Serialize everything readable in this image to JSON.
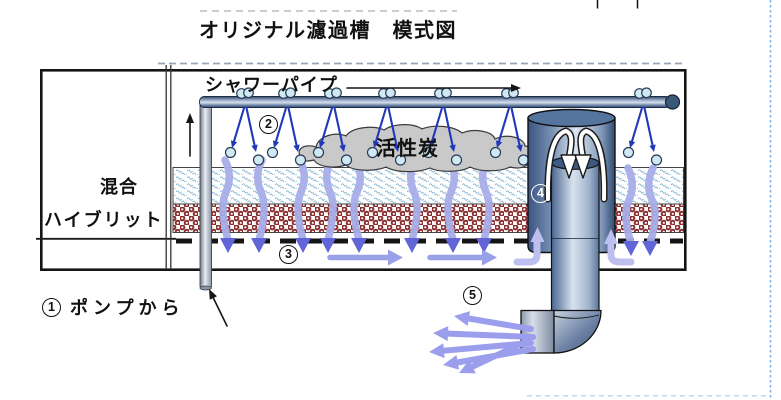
{
  "page": {
    "title": "オリジナル濾過槽　模式図"
  },
  "tank": {
    "shower_pipe_label": "シャワーパイプ",
    "left_labels": {
      "line1": "混合",
      "line2": "ハイブリット"
    },
    "activated_carbon_label": "活性炭"
  },
  "callouts": {
    "pump": {
      "num": "1",
      "label": "ポンプから"
    },
    "spray": {
      "num": "2"
    },
    "filter_flow": {
      "num": "3"
    },
    "overflow": {
      "num": "4"
    },
    "outlet": {
      "num": "5"
    }
  },
  "colors": {
    "outline_black": "#151515",
    "spray_blue": "#2238bb",
    "droplet_fill": "#cfe9f3",
    "droplet_stroke": "#2a3a55",
    "flow_arrow": "#a8ade8",
    "flow_arrow_head": "#6165d8",
    "bottom_flow_arrow": "#98a0e8",
    "hook_arrow": "#bdc0ee",
    "outlet_arrow": "#9b9eed",
    "layer_wave_blue": "#7fb2cf",
    "layer_red": "#8b3030",
    "carbon_gray": "#c9c9c9",
    "guide_dash_gray": "#97a5b5",
    "page_guide_blue": "#7fb3f0"
  }
}
